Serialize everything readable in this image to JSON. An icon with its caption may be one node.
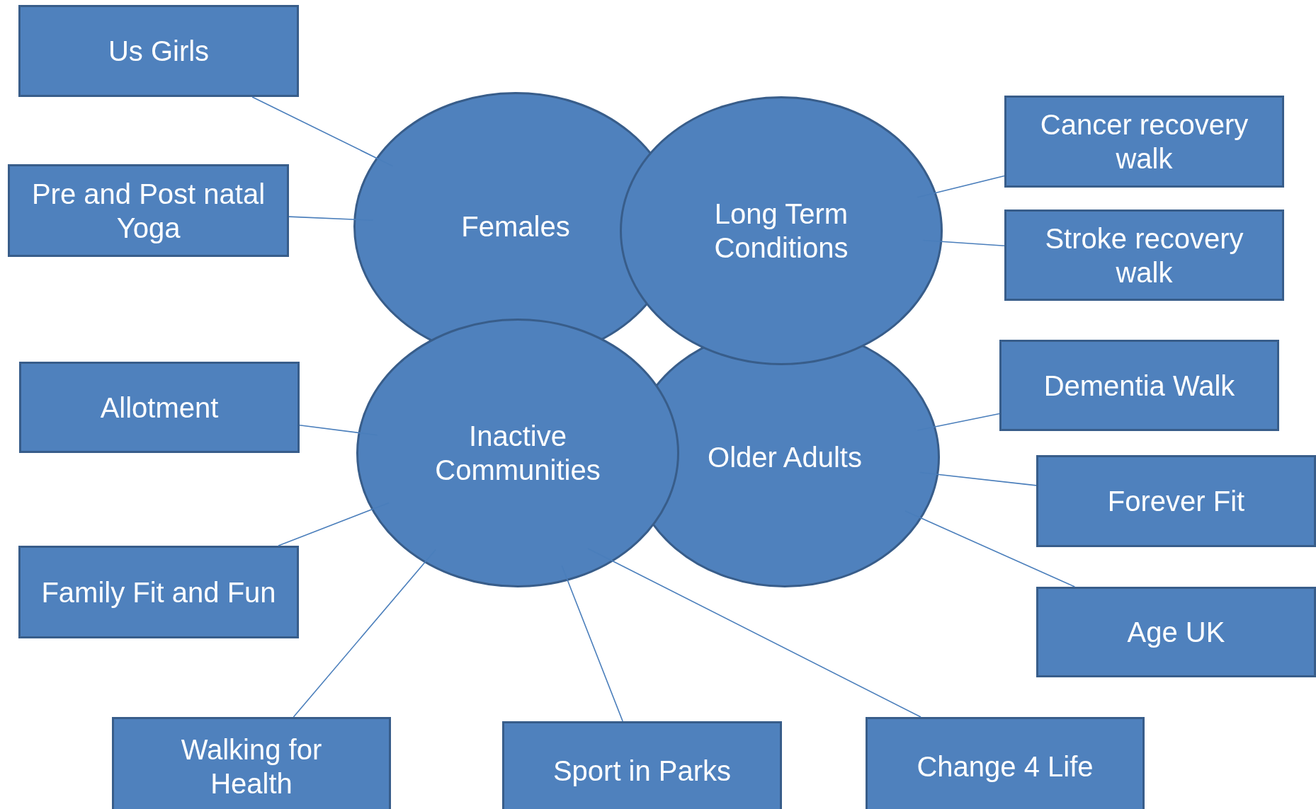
{
  "diagram": {
    "nodes": [
      {
        "text": [
          "Us Girls"
        ]
      },
      {
        "text": [
          "Females"
        ]
      },
      {
        "text": [
          "Long Term Conditions"
        ]
      },
      {
        "text": [
          "Cancer recovery walk"
        ]
      },
      {
        "text": [
          "Pre and Post natal Yoga"
        ]
      },
      {
        "text": [
          "Stroke recovery walk"
        ]
      },
      {
        "text": [
          "Allotment"
        ]
      },
      {
        "text": [
          "Inactive Communities"
        ]
      },
      {
        "text": [
          "Dementia Walk"
        ]
      },
      {
        "text": [
          "Older Adults"
        ]
      },
      {
        "text": [
          "Forever Fit"
        ]
      },
      {
        "text": [
          "Family Fit and Fun"
        ]
      },
      {
        "text": [
          "Age UK"
        ]
      },
      {
        "text": [
          "Walking for Health"
        ]
      },
      {
        "text": [
          "Sport in Parks"
        ]
      },
      {
        "text": [
          "Change 4 Life"
        ]
      }
    ],
    "edges": [
      {
        "from": 0,
        "to": 1,
        "arrow": "none"
      },
      {
        "from": 4,
        "to": 1,
        "arrow": "none"
      },
      {
        "from": 3,
        "to": 2,
        "arrow": "none"
      },
      {
        "from": 5,
        "to": 2,
        "arrow": "none"
      },
      {
        "from": 6,
        "to": 7,
        "arrow": "none"
      },
      {
        "from": 11,
        "to": 7,
        "arrow": "none"
      },
      {
        "from": 13,
        "to": 7,
        "arrow": "none"
      },
      {
        "from": 14,
        "to": 7,
        "arrow": "none"
      },
      {
        "from": 15,
        "to": 7,
        "arrow": "none"
      },
      {
        "from": 8,
        "to": 9,
        "arrow": "none"
      },
      {
        "from": 10,
        "to": 9,
        "arrow": "none"
      },
      {
        "from": 12,
        "to": 9,
        "arrow": "none"
      }
    ]
  }
}
